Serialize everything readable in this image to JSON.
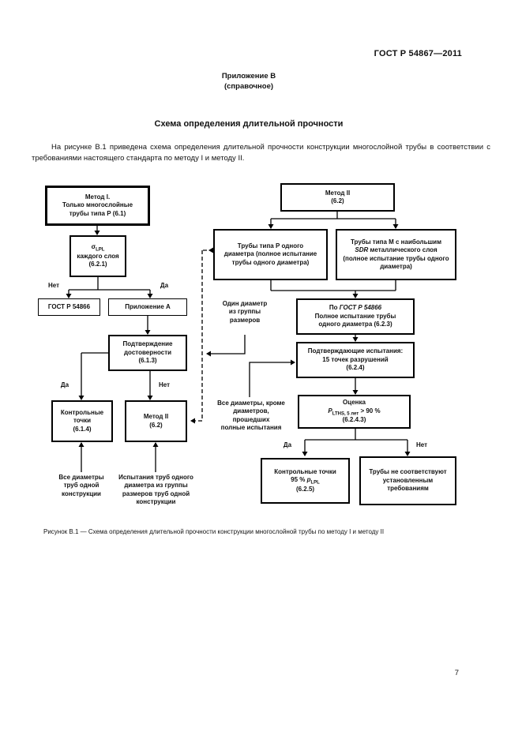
{
  "header": {
    "doc_number": "ГОСТ Р 54867—2011"
  },
  "appendix": {
    "label": "Приложение В",
    "type": "(справочное)"
  },
  "title": "Схема определения длительной прочности",
  "intro": "На рисунке В.1 приведена схема определения длительной прочности конструкции многослойной трубы в соответствии с требованиями настоящего стандарта по методу I и методу II.",
  "flowchart": {
    "method1_box": "Метод I.\nТолько многослойные\nтрубы типа Р (6.1)",
    "sigma_box": {
      "symbol": "σ",
      "sub": "LPL",
      "rest": "каждого слоя\n(6.2.1)"
    },
    "gost_box": "ГОСТ Р 54866",
    "appendix_a_box": "Приложение А",
    "confirm_validity_box": "Подтверждение\nдостоверности\n(6.1.3)",
    "control_points_box": "Контрольные\nточки\n(6.1.4)",
    "method2_small_box": "Метод II\n(6.2)",
    "method2_box": "Метод II\n(6.2)",
    "pipes_p_box": "Трубы типа Р одного\nдиаметра (полное испытание\nтрубы одного диаметра)",
    "pipes_m_box": {
      "pre": "Трубы типа М с наибольшим\n",
      "sdr": "SDR",
      "post": " металлического слоя\n(полное испытание трубы одного\nдиаметра)"
    },
    "full_test_box": {
      "pre": "По ",
      "gost": "ГОСТ Р 54866",
      "rest": "Полное испытание трубы\nодного диаметра (6.2.3)"
    },
    "confirm_tests_box": "Подтверждающие испытания:\n15 точек разрушений\n(6.2.4)",
    "evaluation_box": {
      "title": "Оценка",
      "p": "P",
      "sub": "LTHS, 5 лет",
      "cond": " > 90 %",
      "ref": "(6.2.4.3)"
    },
    "control_points95_box": {
      "line1": "Контрольные точки",
      "pre": "95 % ",
      "p": "p",
      "sub": "LPL",
      "ref": "(6.2.5)"
    },
    "fail_box": "Трубы не соответствуют\nустановленным\nтребованиям",
    "ann_one_diameter": "Один диаметр\nиз группы\nразмеров",
    "ann_all_but": "Все диаметры, кроме\nдиаметров,\nпрошедших\nполные испытания",
    "ann_all_diameters": "Все диаметры\nтруб одной\nконструкции",
    "ann_tests_one": "Испытания труб одного\nдиаметра из группы\nразмеров труб одной\nконструкции",
    "labels": {
      "yes": "Да",
      "no": "Нет"
    }
  },
  "caption": "Рисунок В.1 — Схема определения длительной прочности конструкции многослойной трубы по методу I и методу II",
  "page_number": "7"
}
